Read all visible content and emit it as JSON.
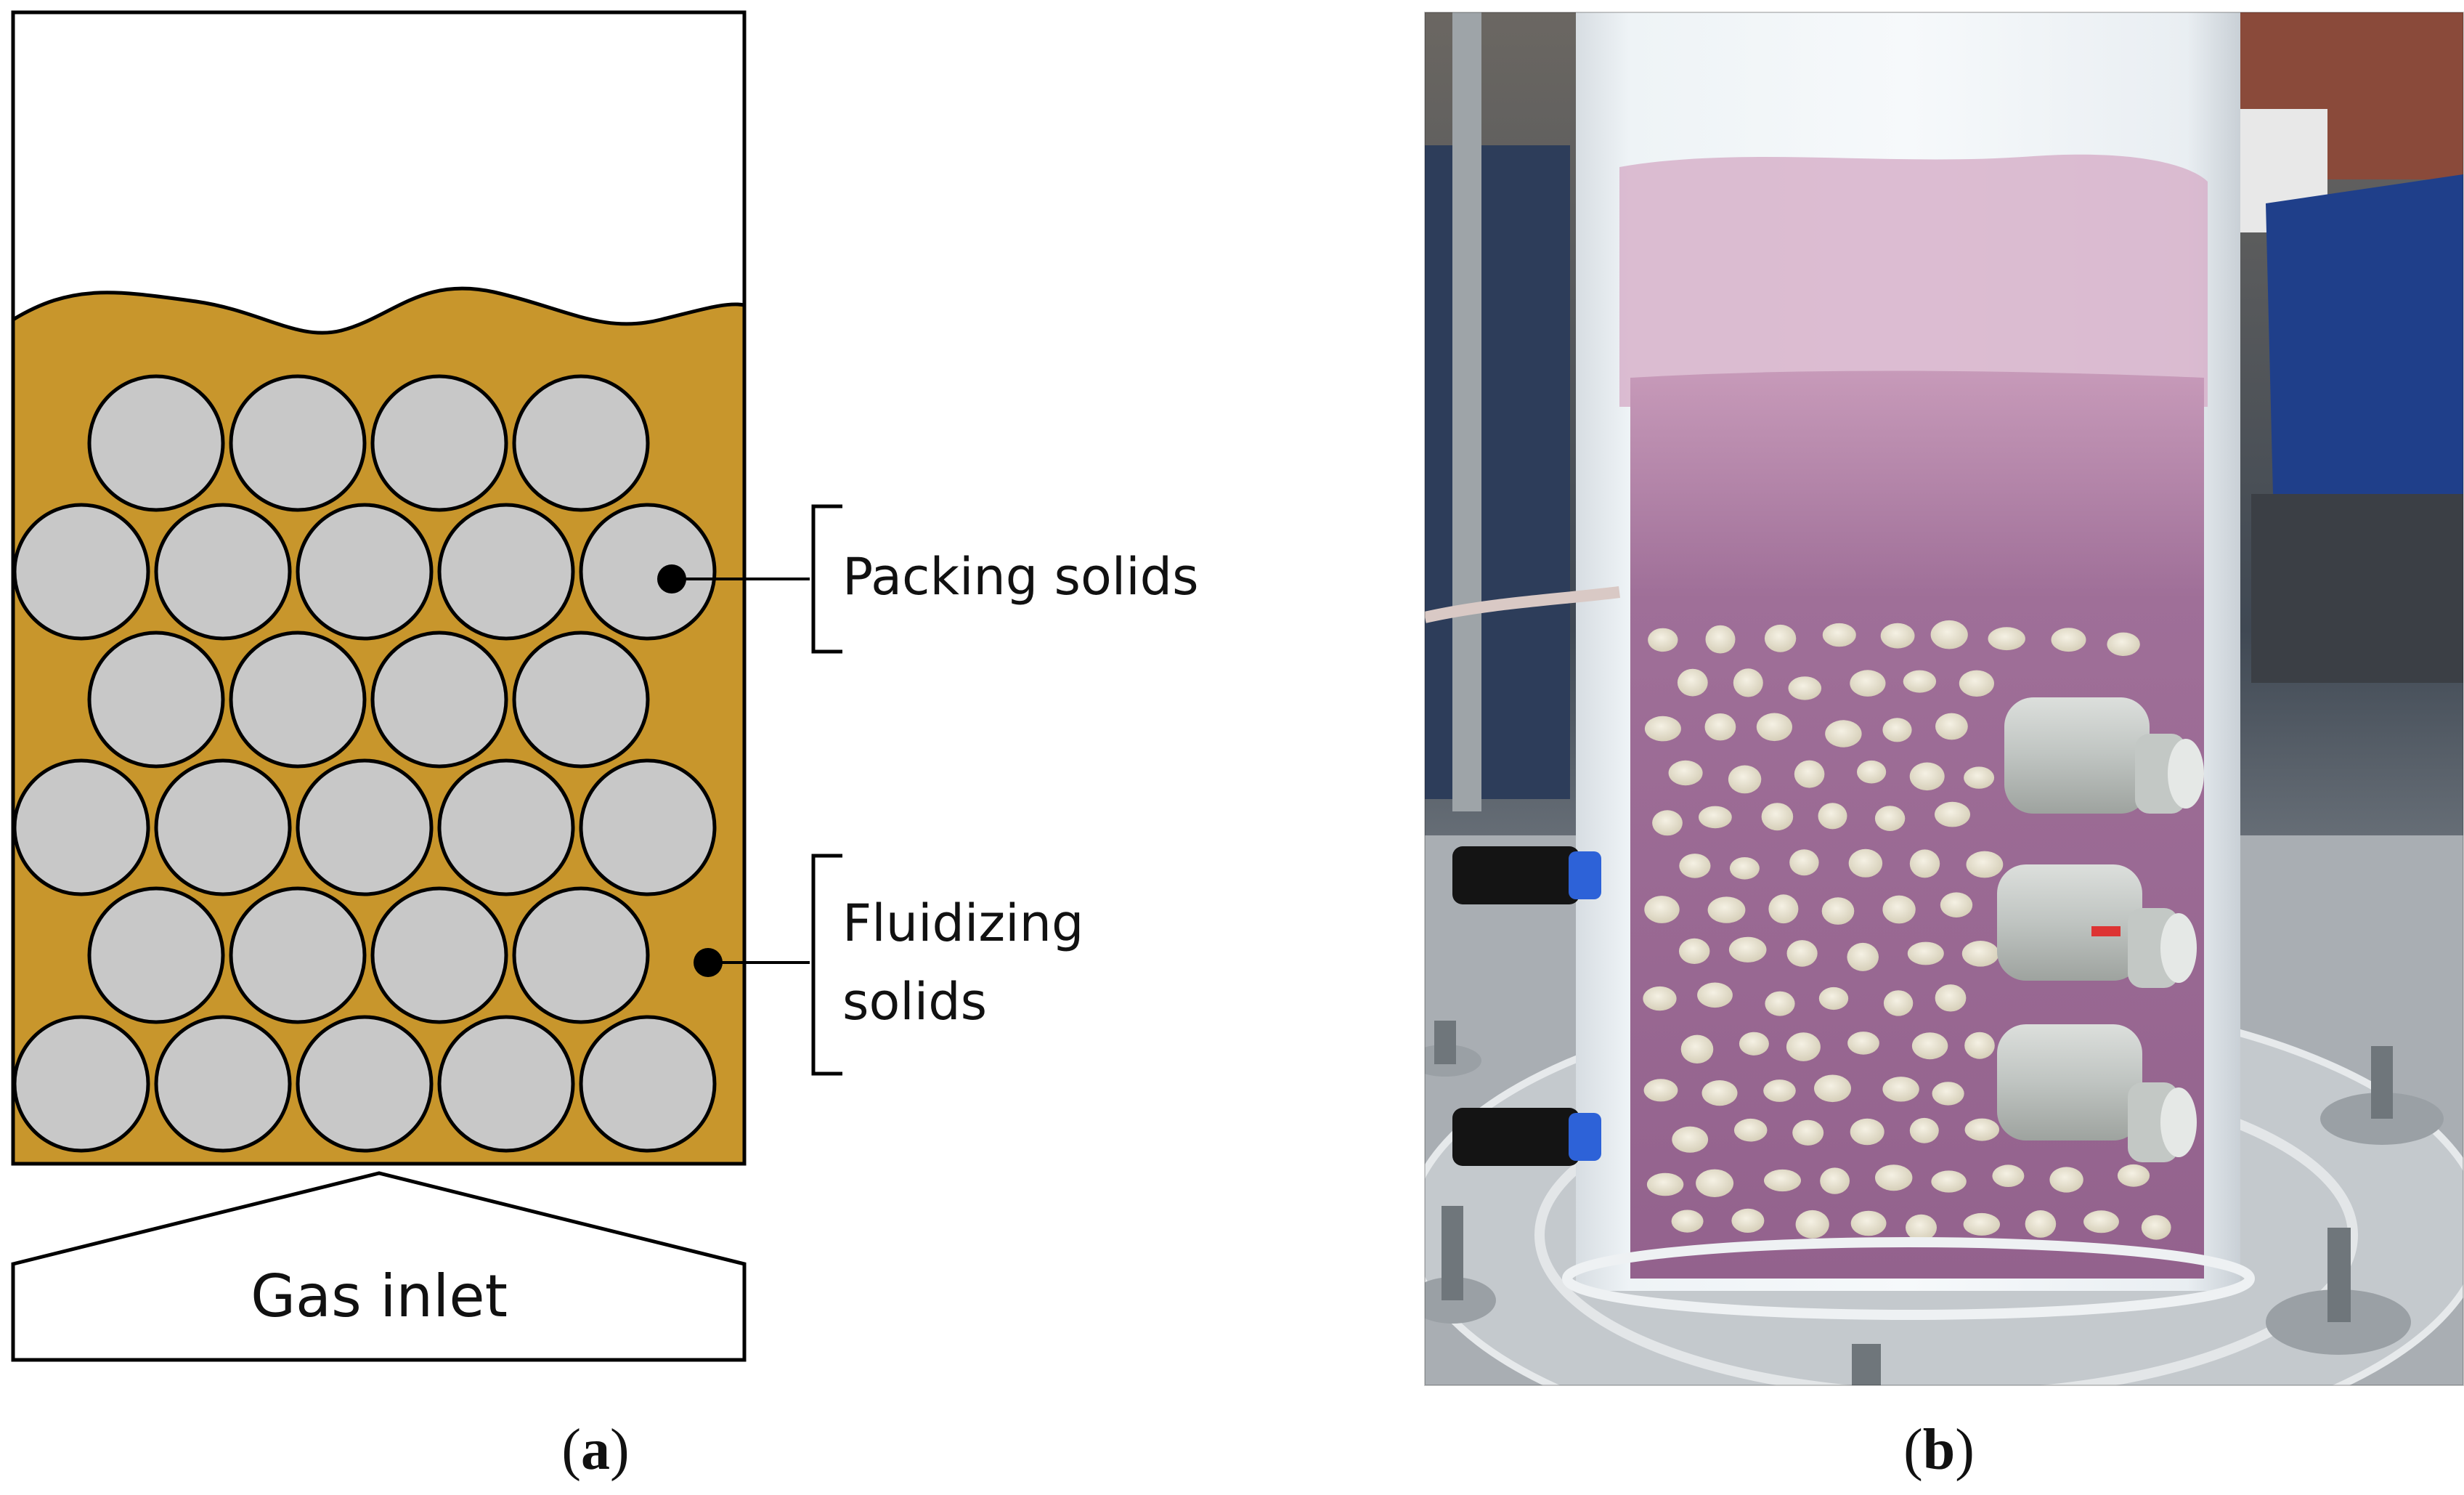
{
  "panel_a": {
    "labels": {
      "packing": "Packing solids",
      "fluidizing_line1": "Fluidizing",
      "fluidizing_line2": "solids",
      "inlet": "Gas inlet"
    },
    "caption": {
      "open": "(",
      "letter": "a",
      "close": ")"
    },
    "colors": {
      "fluidizing_solids": "#C8962C",
      "packing_solids": "#C8C8C8",
      "outline": "#000000"
    },
    "packing_rows": [
      4,
      5,
      4,
      5,
      4,
      5
    ]
  },
  "panel_b": {
    "image": "photo of transparent cylindrical fluidized bed column filled with purple fluidizing powder and white packing spheres, with gray side fittings and black connectors on a clear base plate",
    "caption": {
      "open": "(",
      "letter": "b",
      "close": ")"
    },
    "colors": {
      "powder": "#9C6A94",
      "spheres": "#E8E2CF",
      "background": "#4A5560"
    }
  }
}
